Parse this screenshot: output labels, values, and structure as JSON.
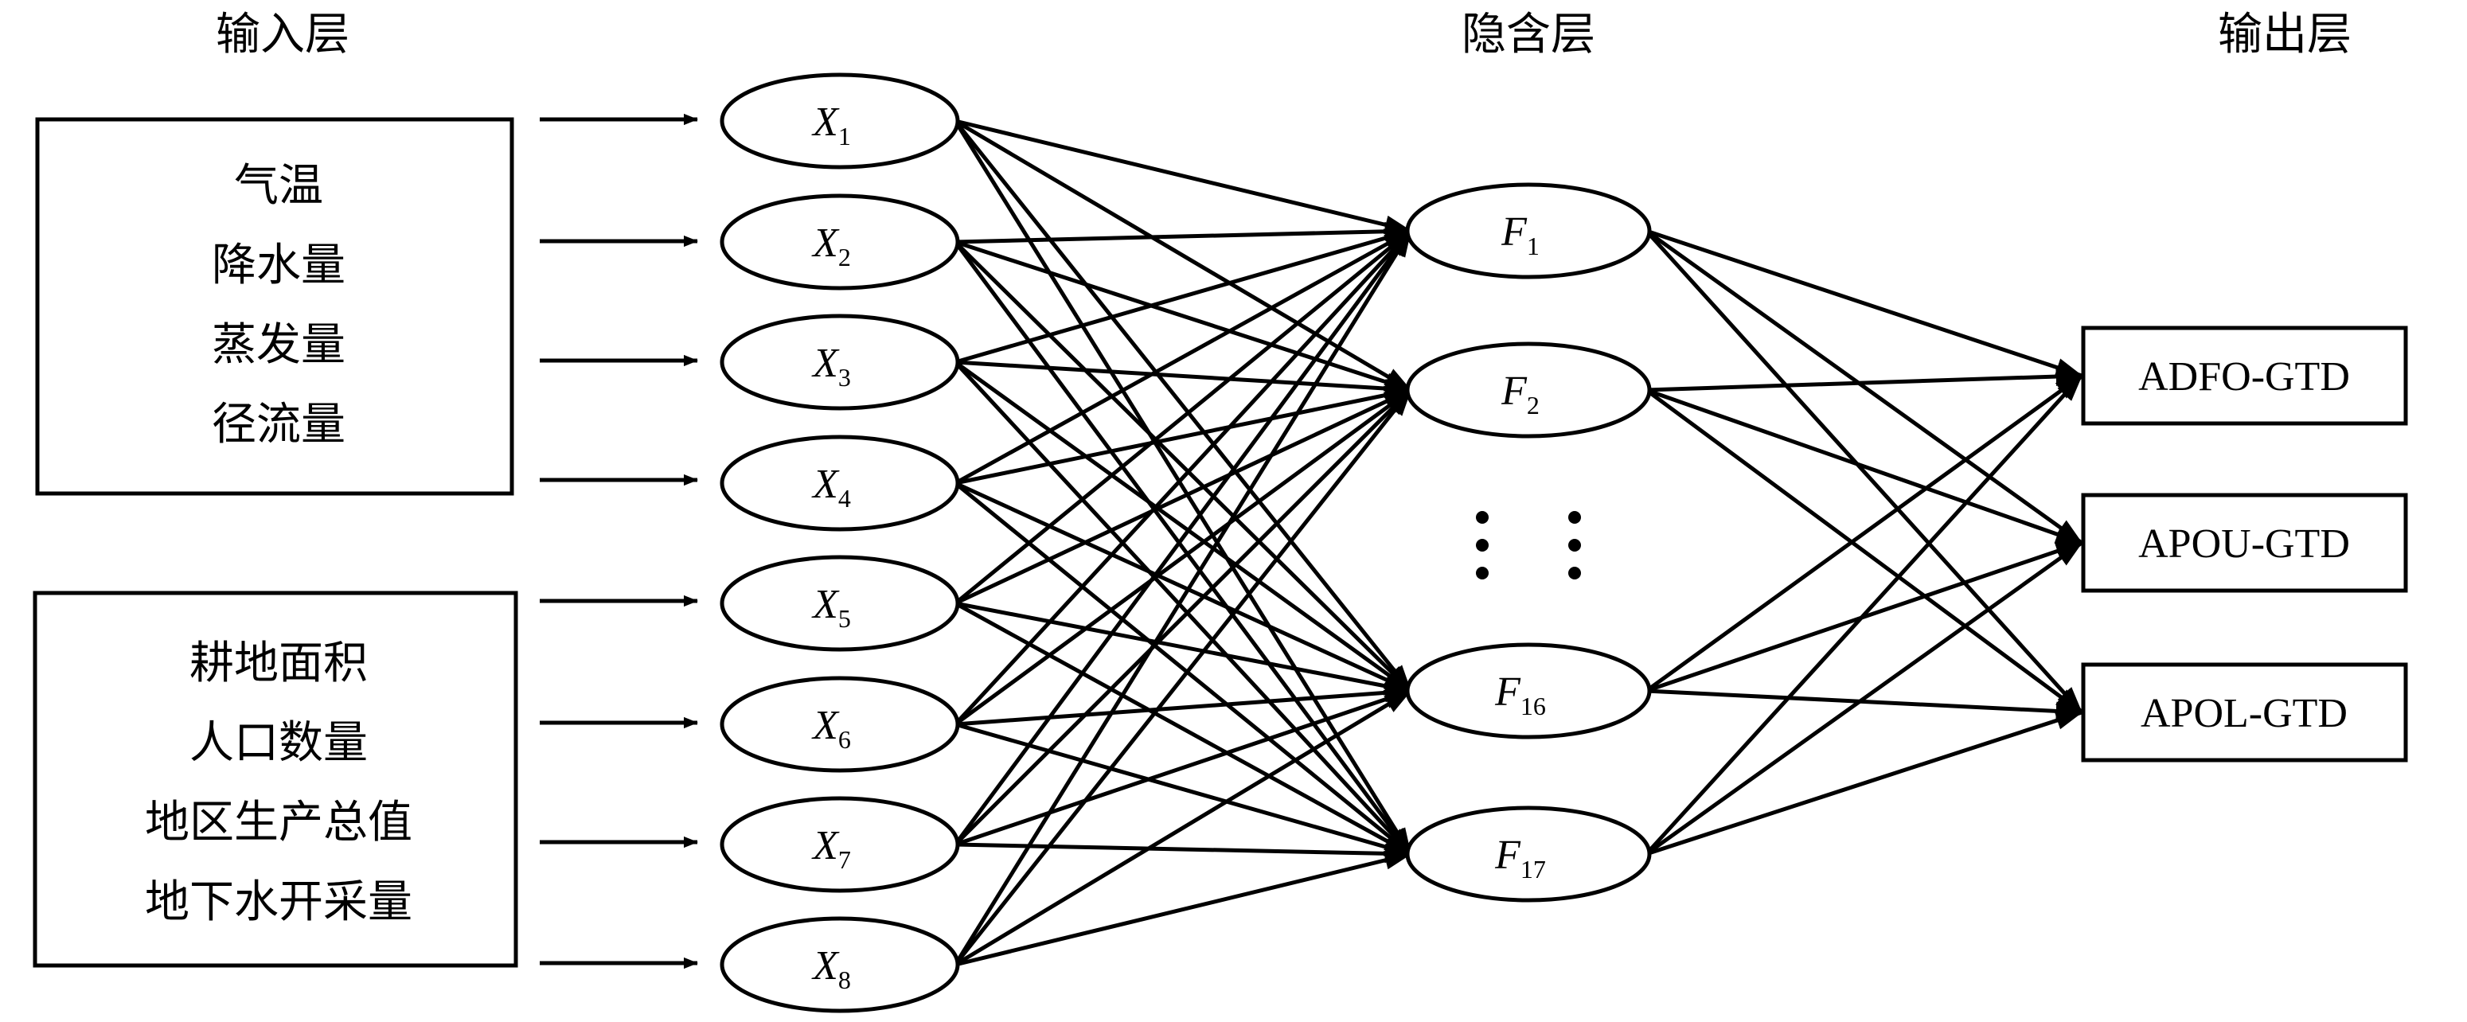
{
  "layers": {
    "input_title": "输入层",
    "hidden_title": "隐含层",
    "output_title": "输出层"
  },
  "input_groups": [
    {
      "items": [
        "气温",
        "降水量",
        "蒸发量",
        "径流量"
      ]
    },
    {
      "items": [
        "耕地面积",
        "人口数量",
        "地区生产总值",
        "地下水开采量"
      ]
    }
  ],
  "input_nodes": [
    {
      "label": "X",
      "sub": "1"
    },
    {
      "label": "X",
      "sub": "2"
    },
    {
      "label": "X",
      "sub": "3"
    },
    {
      "label": "X",
      "sub": "4"
    },
    {
      "label": "X",
      "sub": "5"
    },
    {
      "label": "X",
      "sub": "6"
    },
    {
      "label": "X",
      "sub": "7"
    },
    {
      "label": "X",
      "sub": "8"
    }
  ],
  "hidden_nodes": [
    {
      "label": "F",
      "sub": "1"
    },
    {
      "label": "F",
      "sub": "2"
    },
    {
      "label": "F",
      "sub": "16"
    },
    {
      "label": "F",
      "sub": "17"
    }
  ],
  "output_nodes": [
    {
      "label": "ADFO-GTD"
    },
    {
      "label": "APOU-GTD"
    },
    {
      "label": "APOL-GTD"
    }
  ],
  "colors": {
    "stroke": "#000000",
    "background": "#ffffff"
  }
}
